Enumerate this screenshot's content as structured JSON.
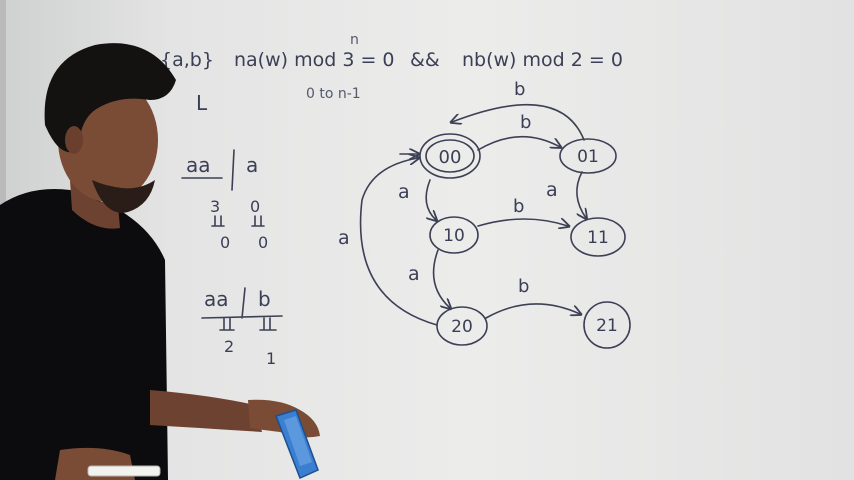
{
  "board": {
    "language_def": "{a,b}",
    "cond_a": "na(w) mod 3 = 0",
    "and_sign": "&&",
    "exp_n": "n",
    "cond_b": "nb(w) mod 2 = 0",
    "range_note": "0 to n-1",
    "L_symbol": "L",
    "work1": {
      "header_left": "aa",
      "header_right": "a",
      "top_left": "3",
      "top_right": "0",
      "bottom_left": "0",
      "bottom_right": "0"
    },
    "work2": {
      "header_left": "aa",
      "header_right": "b",
      "bottom_left": "2",
      "bottom_right": "1"
    }
  },
  "dfa": {
    "states": [
      "00",
      "01",
      "10",
      "11",
      "20",
      "21"
    ],
    "edge_labels": {
      "e00_01": "b",
      "e01_00": "b",
      "e00_10": "a",
      "e01_11": "a",
      "e10_11": "b",
      "e10_20": "a",
      "e20_21": "b",
      "e20_00": "a"
    }
  },
  "colors": {
    "ink": "#3d4055",
    "shirt": "#0c0c0e",
    "skin": "#7a4b35",
    "phone": "#3a7fd1"
  }
}
